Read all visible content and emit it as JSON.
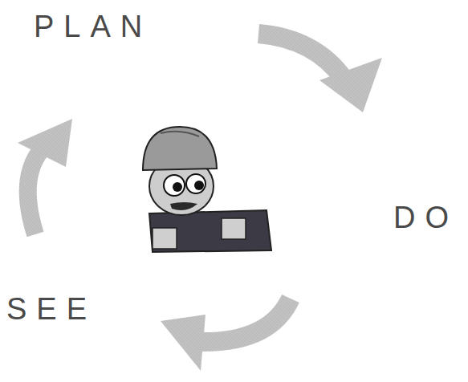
{
  "diagram": {
    "labels": [
      "PLAN",
      "DO",
      "SEE"
    ]
  }
}
